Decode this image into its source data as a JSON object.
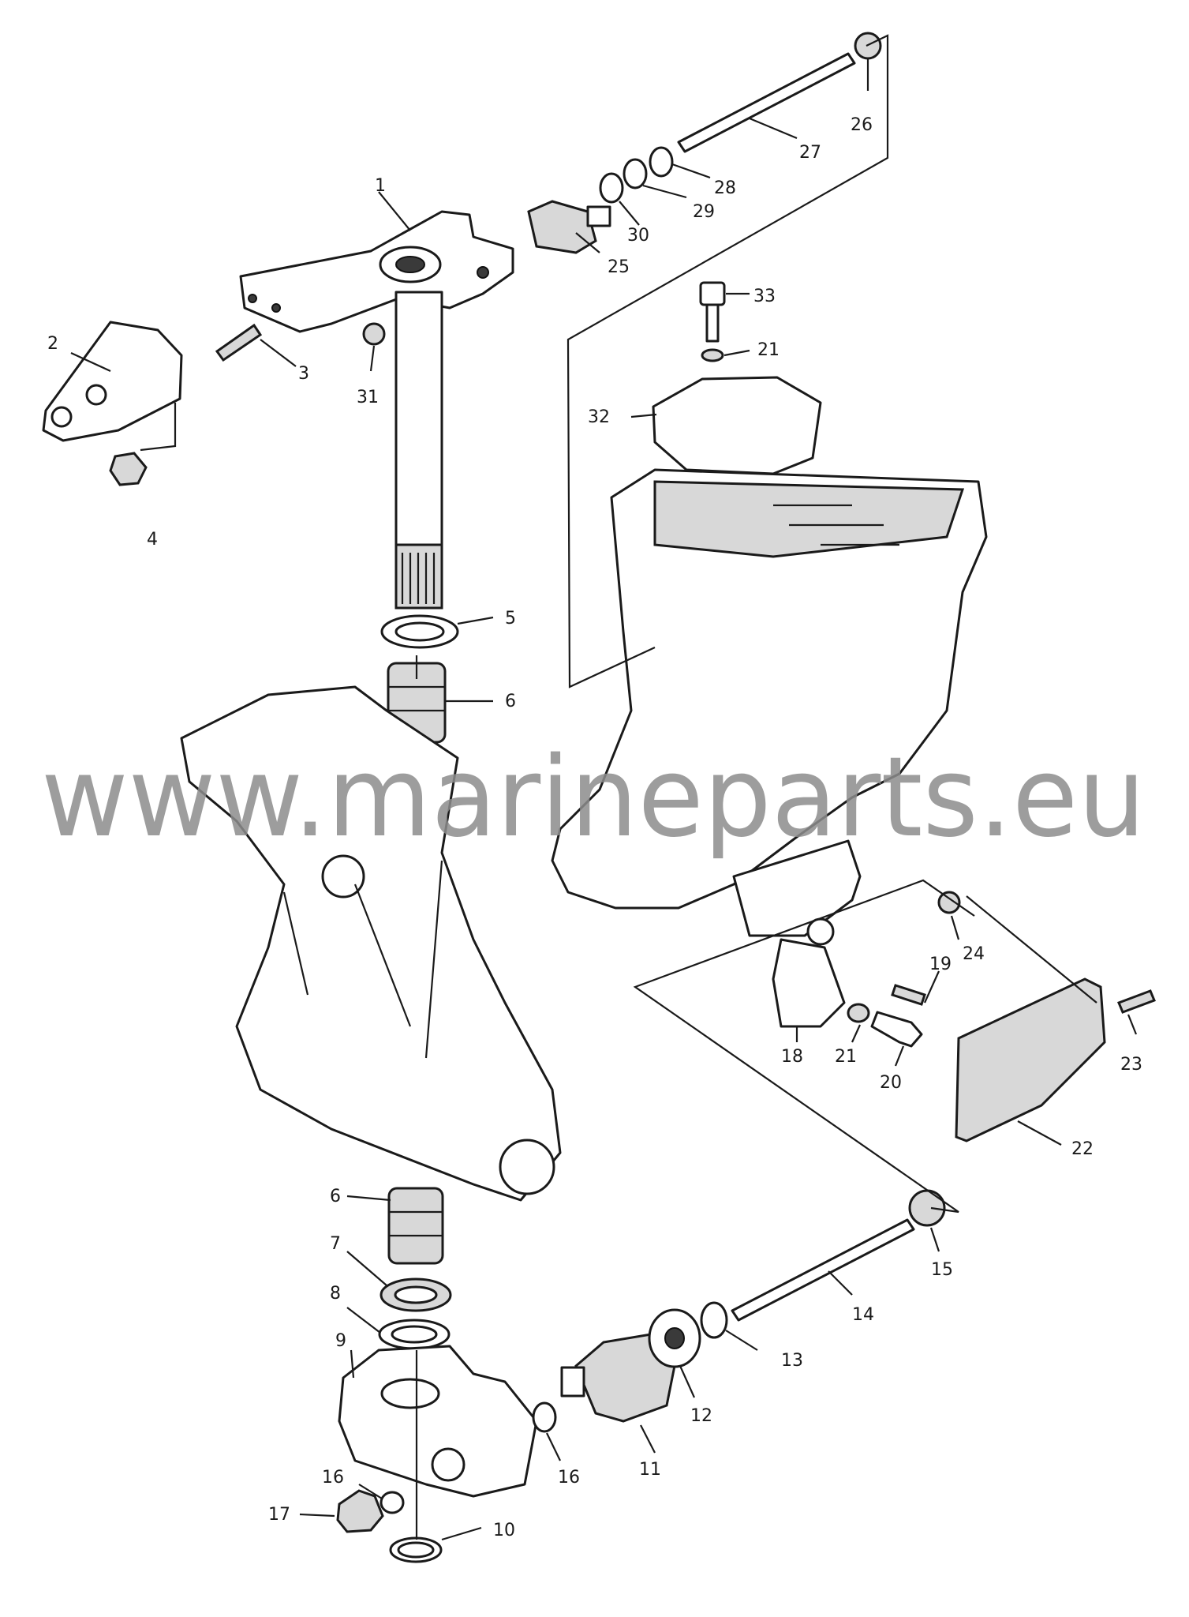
{
  "watermark": "www.marineparts.eu",
  "callouts": [
    {
      "id": "c1",
      "text": "1"
    },
    {
      "id": "c2",
      "text": "2"
    },
    {
      "id": "c3",
      "text": "3"
    },
    {
      "id": "c4",
      "text": "4"
    },
    {
      "id": "c5",
      "text": "5"
    },
    {
      "id": "c6a",
      "text": "6"
    },
    {
      "id": "c6b",
      "text": "6"
    },
    {
      "id": "c7",
      "text": "7"
    },
    {
      "id": "c8",
      "text": "8"
    },
    {
      "id": "c9",
      "text": "9"
    },
    {
      "id": "c10",
      "text": "10"
    },
    {
      "id": "c11",
      "text": "11"
    },
    {
      "id": "c12",
      "text": "12"
    },
    {
      "id": "c13",
      "text": "13"
    },
    {
      "id": "c14",
      "text": "14"
    },
    {
      "id": "c15",
      "text": "15"
    },
    {
      "id": "c16a",
      "text": "16"
    },
    {
      "id": "c16b",
      "text": "16"
    },
    {
      "id": "c17",
      "text": "17"
    },
    {
      "id": "c18",
      "text": "18"
    },
    {
      "id": "c19",
      "text": "19"
    },
    {
      "id": "c20",
      "text": "20"
    },
    {
      "id": "c21a",
      "text": "21"
    },
    {
      "id": "c21b",
      "text": "21"
    },
    {
      "id": "c22",
      "text": "22"
    },
    {
      "id": "c23",
      "text": "23"
    },
    {
      "id": "c24",
      "text": "24"
    },
    {
      "id": "c25",
      "text": "25"
    },
    {
      "id": "c26",
      "text": "26"
    },
    {
      "id": "c27",
      "text": "27"
    },
    {
      "id": "c28",
      "text": "28"
    },
    {
      "id": "c29",
      "text": "29"
    },
    {
      "id": "c30",
      "text": "30"
    },
    {
      "id": "c31",
      "text": "31"
    },
    {
      "id": "c32",
      "text": "32"
    },
    {
      "id": "c33",
      "text": "33"
    }
  ]
}
